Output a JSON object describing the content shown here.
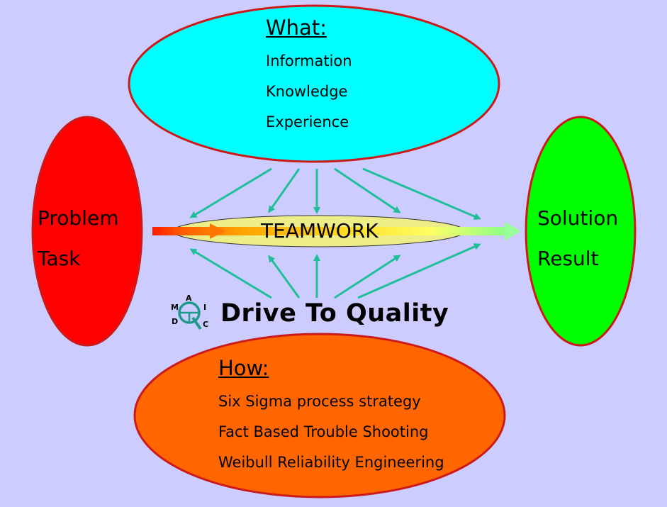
{
  "what": {
    "heading": "What:",
    "items": [
      "Information",
      "Knowledge",
      "Experience"
    ]
  },
  "how": {
    "heading": "How:",
    "items": [
      "Six Sigma process strategy",
      "Fact Based Trouble Shooting",
      "Weibull Reliability Engineering"
    ]
  },
  "input": {
    "line1": "Problem",
    "line2": "Task"
  },
  "output": {
    "line1": "Solution",
    "line2": "Result"
  },
  "center": {
    "label": "TEAMWORK"
  },
  "brand": {
    "name": "Drive To Quality",
    "logo_letters": {
      "top": "A",
      "left": "M",
      "right": "I",
      "bottom_left": "D",
      "bottom_right": "C"
    }
  },
  "colors": {
    "background": "#ccccff",
    "what_fill": "#00ffff",
    "how_fill": "#ff6600",
    "problem_fill": "#ff0000",
    "solution_fill": "#00ff00",
    "outline": "#cc1a1a",
    "teamwork_fill": "#eeee88",
    "arrow": "#1fbf99"
  }
}
